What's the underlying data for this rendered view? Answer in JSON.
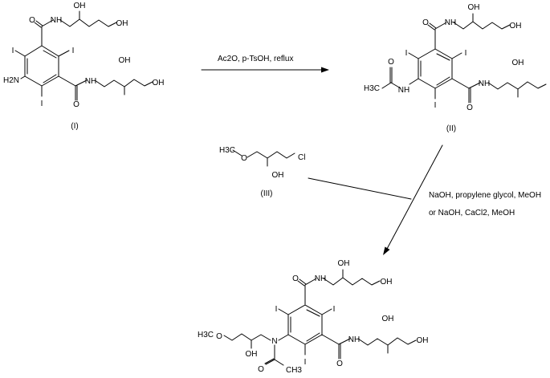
{
  "atoms": {
    "o": "O",
    "oh": "OH",
    "nh": "NH",
    "n": "N",
    "i": "I",
    "h2n": "H2N",
    "h3c": "H3C",
    "ch3": "CH3",
    "cl": "Cl"
  },
  "compounds": {
    "c1": "(I)",
    "c2": "(II)",
    "c3": "(III)"
  },
  "reactions": {
    "step1": "Ac2O, p-TsOH, reflux",
    "step2_line1": "NaOH, propylene glycol, MeOH",
    "step2_line2": "or NaOH, CaCl2, MeOH"
  }
}
